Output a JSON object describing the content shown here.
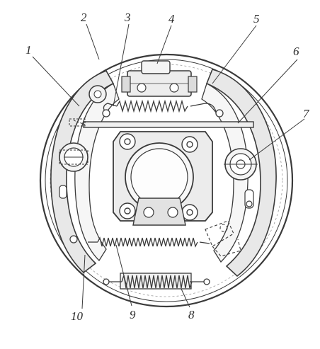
{
  "figure": {
    "labels": [
      "1",
      "2",
      "3",
      "4",
      "5",
      "6",
      "7",
      "8",
      "9",
      "10"
    ]
  },
  "colors": {
    "paper": "#ffffff",
    "ink": "#3a3a3a",
    "shade": "#e6e6e6",
    "shade_dark": "#cfcfcf"
  }
}
